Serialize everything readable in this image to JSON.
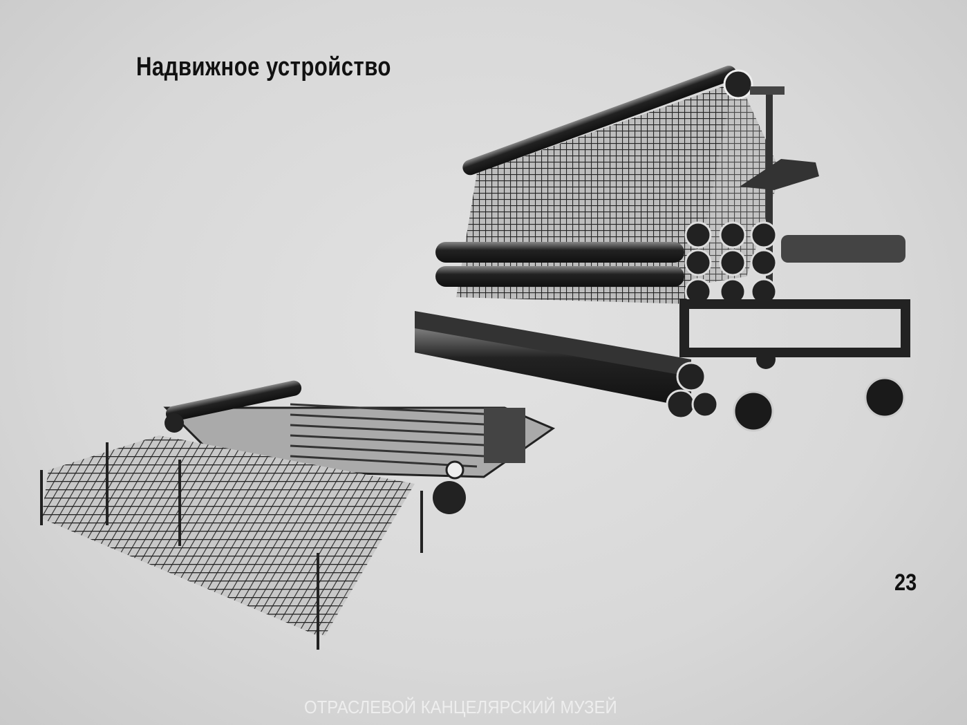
{
  "slide": {
    "title": "Надвижное устройство",
    "page_number": "23",
    "watermark": "ОТРАСЛЕВОЙ КАНЦЕЛЯРСКИЙ МУЗЕЙ"
  },
  "illustrations": {
    "upper": "machine-with-rolls",
    "lower": "feeding-conveyor"
  },
  "colors": {
    "background": "#d9d9d9",
    "ink": "#111111"
  }
}
